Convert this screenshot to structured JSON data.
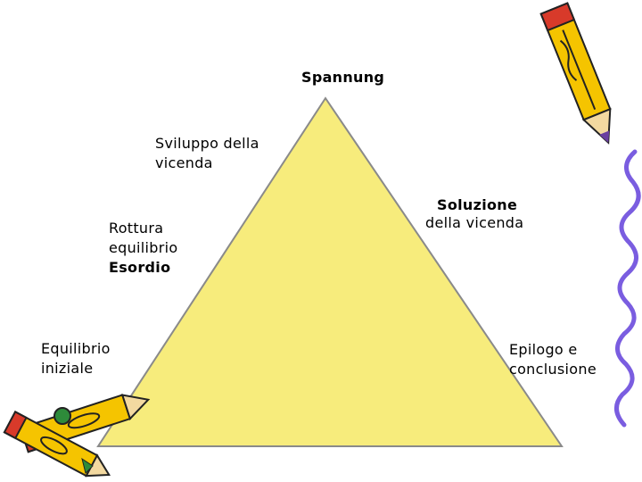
{
  "diagram": {
    "apex_label": "Spannung",
    "left_upper": [
      "Sviluppo della",
      "vicenda"
    ],
    "left_middle": {
      "line1": "Rottura",
      "line2": "equilibrio",
      "line3": "Esordio"
    },
    "left_bottom": [
      "Equilibrio",
      "iniziale"
    ],
    "right_middle": {
      "line1": "Soluzione",
      "line2": "della vicenda"
    },
    "right_bottom": [
      "Epilogo e",
      "conclusione"
    ]
  },
  "colors": {
    "triangle_fill": "#f7ec7c",
    "triangle_stroke": "#8a8a8a",
    "pencil_body": "#f5c400",
    "pencil_eraser": "#d83a2a",
    "pencil_tip": "#6a3fa0",
    "squiggle": "#7a5de0"
  },
  "decorations": [
    "pencil-top-right",
    "pencils-bottom-left",
    "squiggle-right-edge"
  ]
}
